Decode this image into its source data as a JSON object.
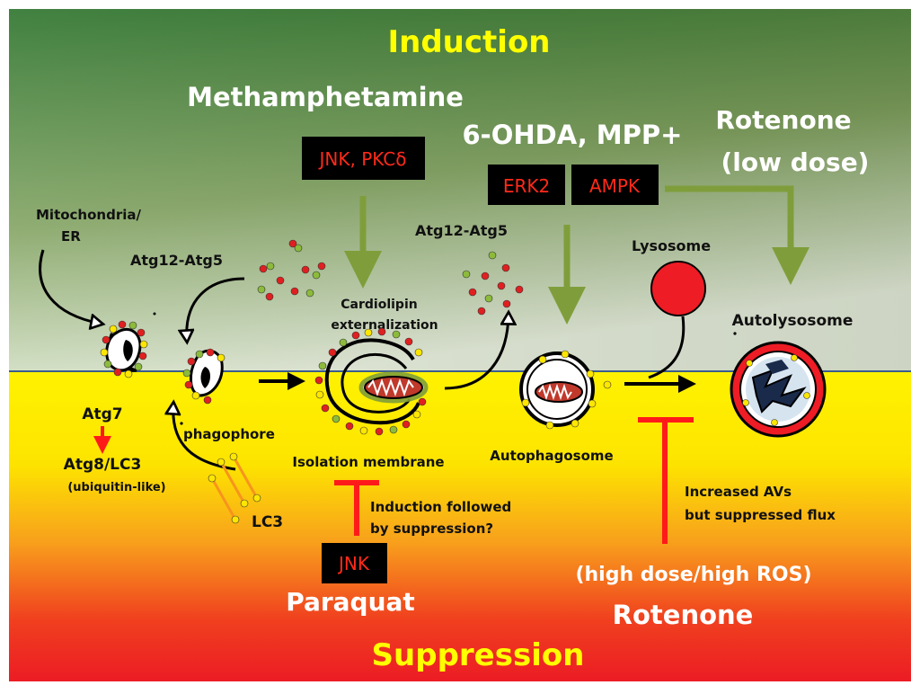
{
  "colors": {
    "top_green_dark": "#2f7a2a",
    "top_green_light": "#dfe9d5",
    "bottom_yellow": "#fff200",
    "bottom_orange": "#f7941d",
    "bottom_red": "#ee1c25",
    "arrow_olive": "#7f9e3b",
    "signal_box": "#000000",
    "signal_text": "#ff2a1a",
    "title_yellow": "#ffff00",
    "inhibit_red": "#ff1a1a"
  },
  "labels": {
    "induction": "Induction",
    "suppression": "Suppression",
    "methamphetamine": "Methamphetamine",
    "ohda_mpp": "6-OHDA, MPP+",
    "rotenone_low_1": "Rotenone",
    "rotenone_low_2": "(low dose)",
    "mito_er_1": "Mitochondria/",
    "mito_er_2": "ER",
    "atg12_left": "Atg12-Atg5",
    "atg12_right": "Atg12-Atg5",
    "cardiolipin_1": "Cardiolipin",
    "cardiolipin_2": "externalization",
    "lysosome": "Lysosome",
    "autolysosome": "Autolysosome",
    "atg7": "Atg7",
    "atg8": "Atg8/LC3",
    "ubiquitin": "(ubiquitin-like)",
    "phagophore": "phagophore",
    "lc3": "LC3",
    "isolation_membrane": "Isolation membrane",
    "autophagosome": "Autophagosome",
    "induction_followed_1": "Induction followed",
    "induction_followed_2": "by suppression?",
    "increased_avs_1": "Increased AVs",
    "increased_avs_2": "but suppressed flux",
    "high_dose": "(high dose/high ROS)",
    "rotenone_bottom": "Rotenone",
    "paraquat": "Paraquat"
  },
  "signals": {
    "jnk_pkc": "JNK, PKCδ",
    "erk2": "ERK2",
    "ampk": "AMPK",
    "jnk": "JNK"
  }
}
